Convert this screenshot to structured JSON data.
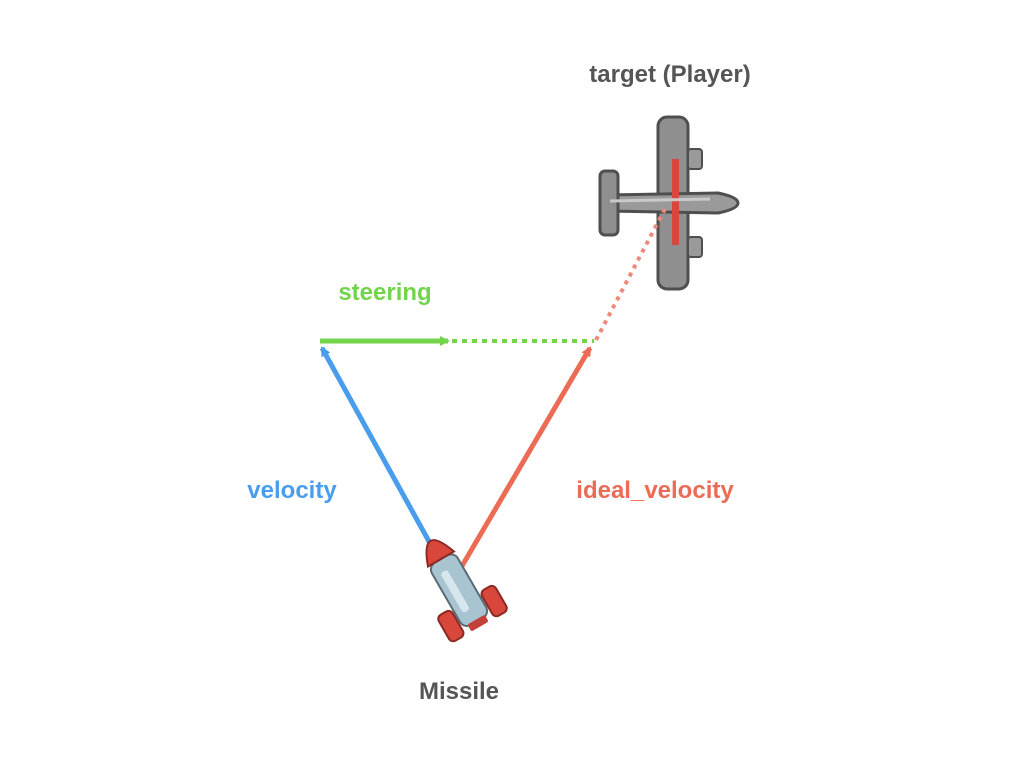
{
  "labels": {
    "target": "target (Player)",
    "steering": "steering",
    "velocity": "velocity",
    "ideal_velocity": "ideal_velocity",
    "missile": "Missile"
  },
  "colors": {
    "label_text": "#555555",
    "steering": "#72d44a",
    "velocity": "#4a9ded",
    "ideal_velocity": "#ec6b54",
    "dotted_target_line": "#f08878",
    "plane_body": "#8f8f8f",
    "plane_dark": "#4f4f4f",
    "plane_propeller": "#d9473c",
    "missile_body": "#a9c4d1",
    "missile_fins": "#d9473c"
  },
  "icons": {
    "target": "airplane-icon",
    "missile": "rocket-icon"
  }
}
